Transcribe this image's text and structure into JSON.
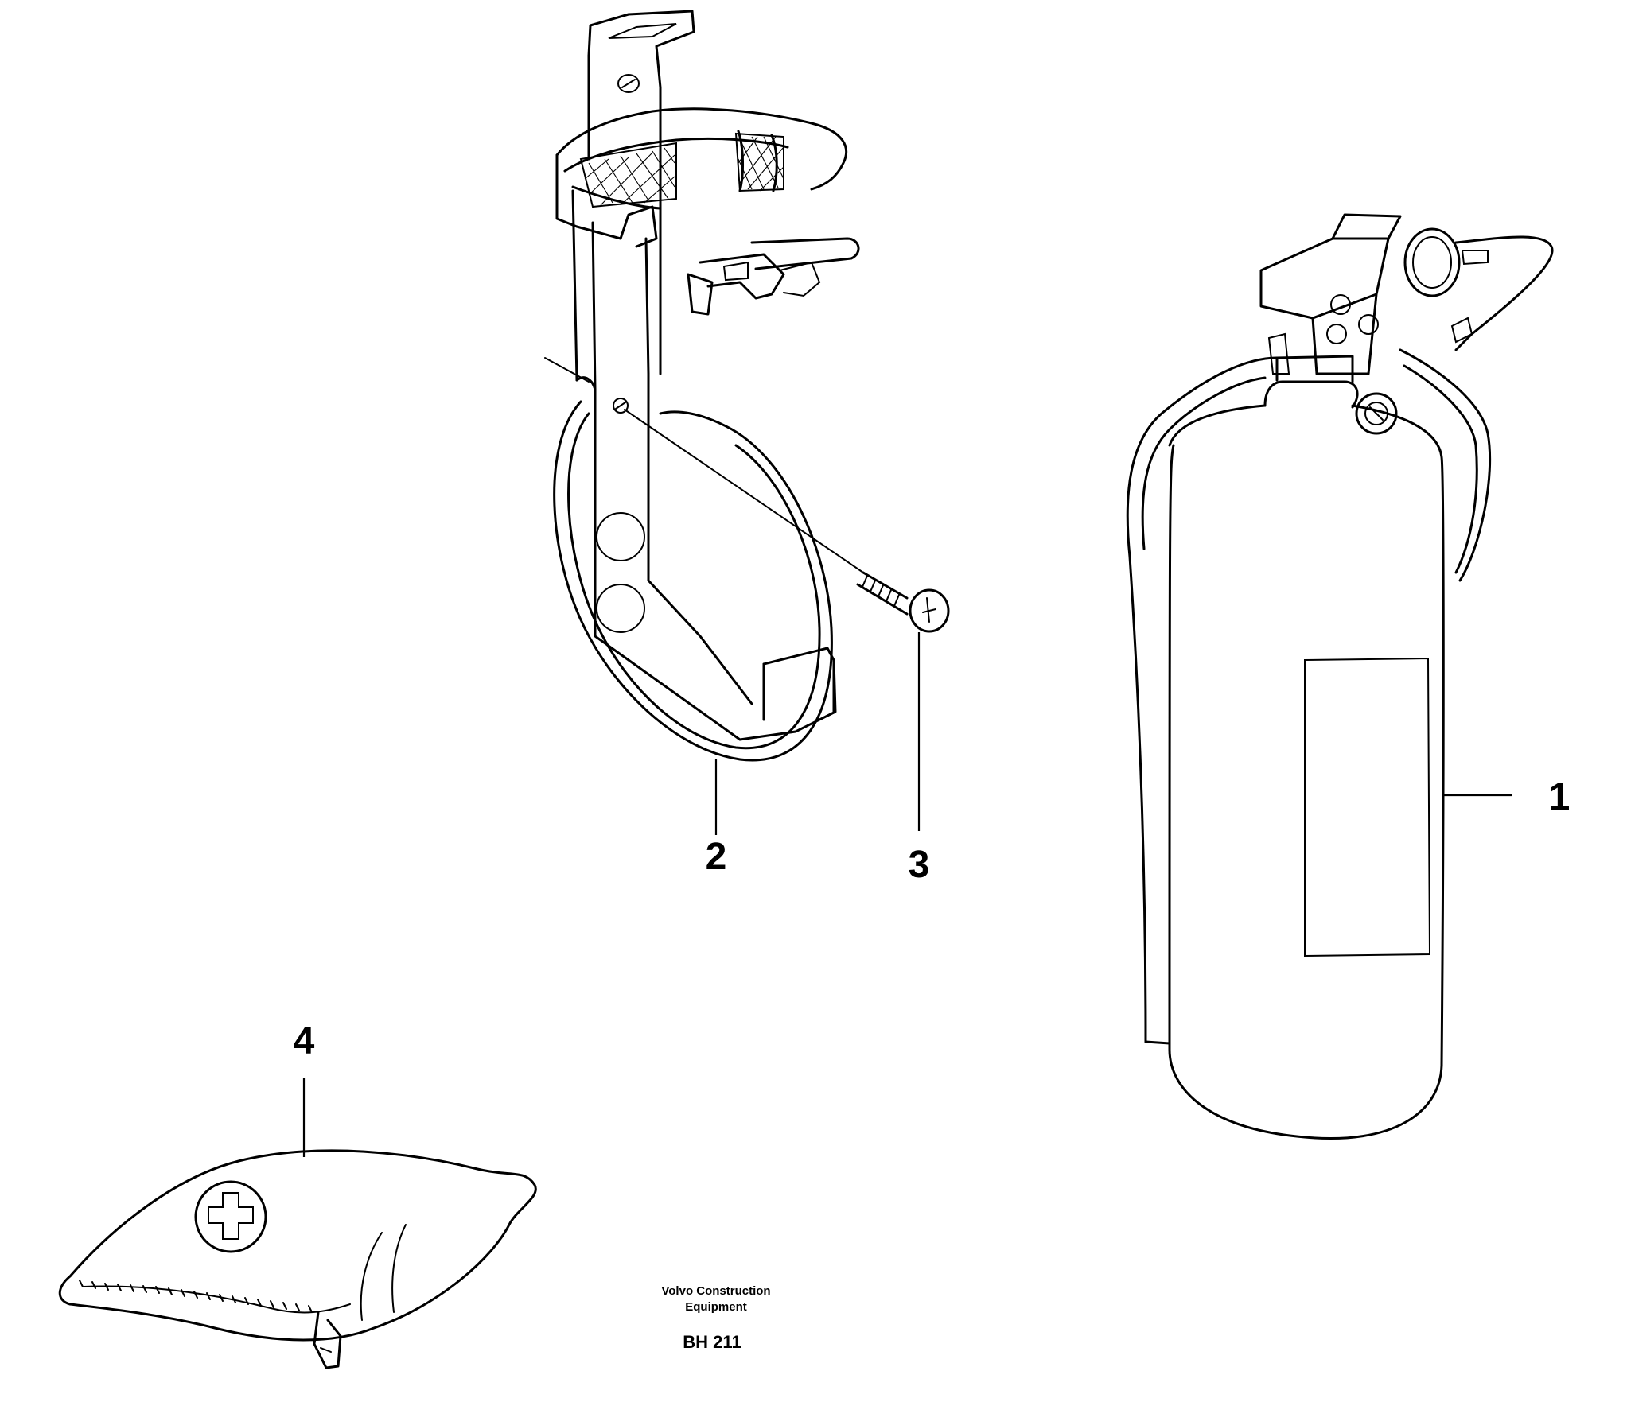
{
  "callouts": {
    "part1": "1",
    "part2": "2",
    "part3": "3",
    "part4": "4"
  },
  "footer": {
    "company_line1": "Volvo Construction",
    "company_line2": "Equipment",
    "figure_code": "BH 211"
  },
  "colors": {
    "ink": "#000000",
    "paper": "#ffffff"
  }
}
